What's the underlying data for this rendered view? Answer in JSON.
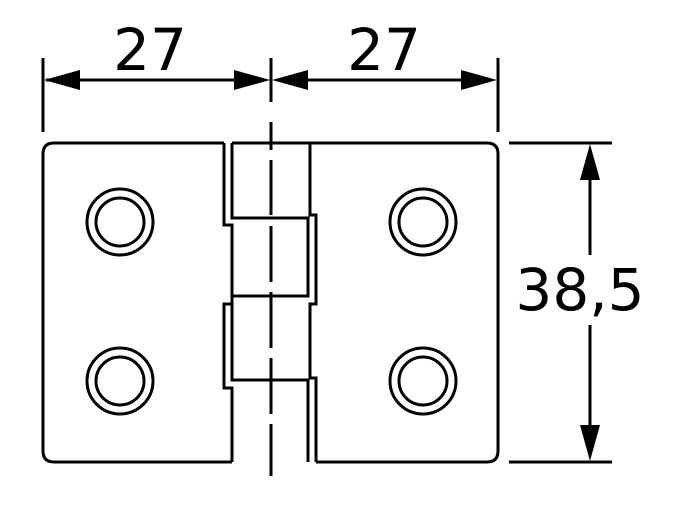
{
  "drawing": {
    "dimension_left": "27",
    "dimension_right": "27",
    "dimension_height": "38,5",
    "line_color": "#000000",
    "background": "#ffffff"
  }
}
